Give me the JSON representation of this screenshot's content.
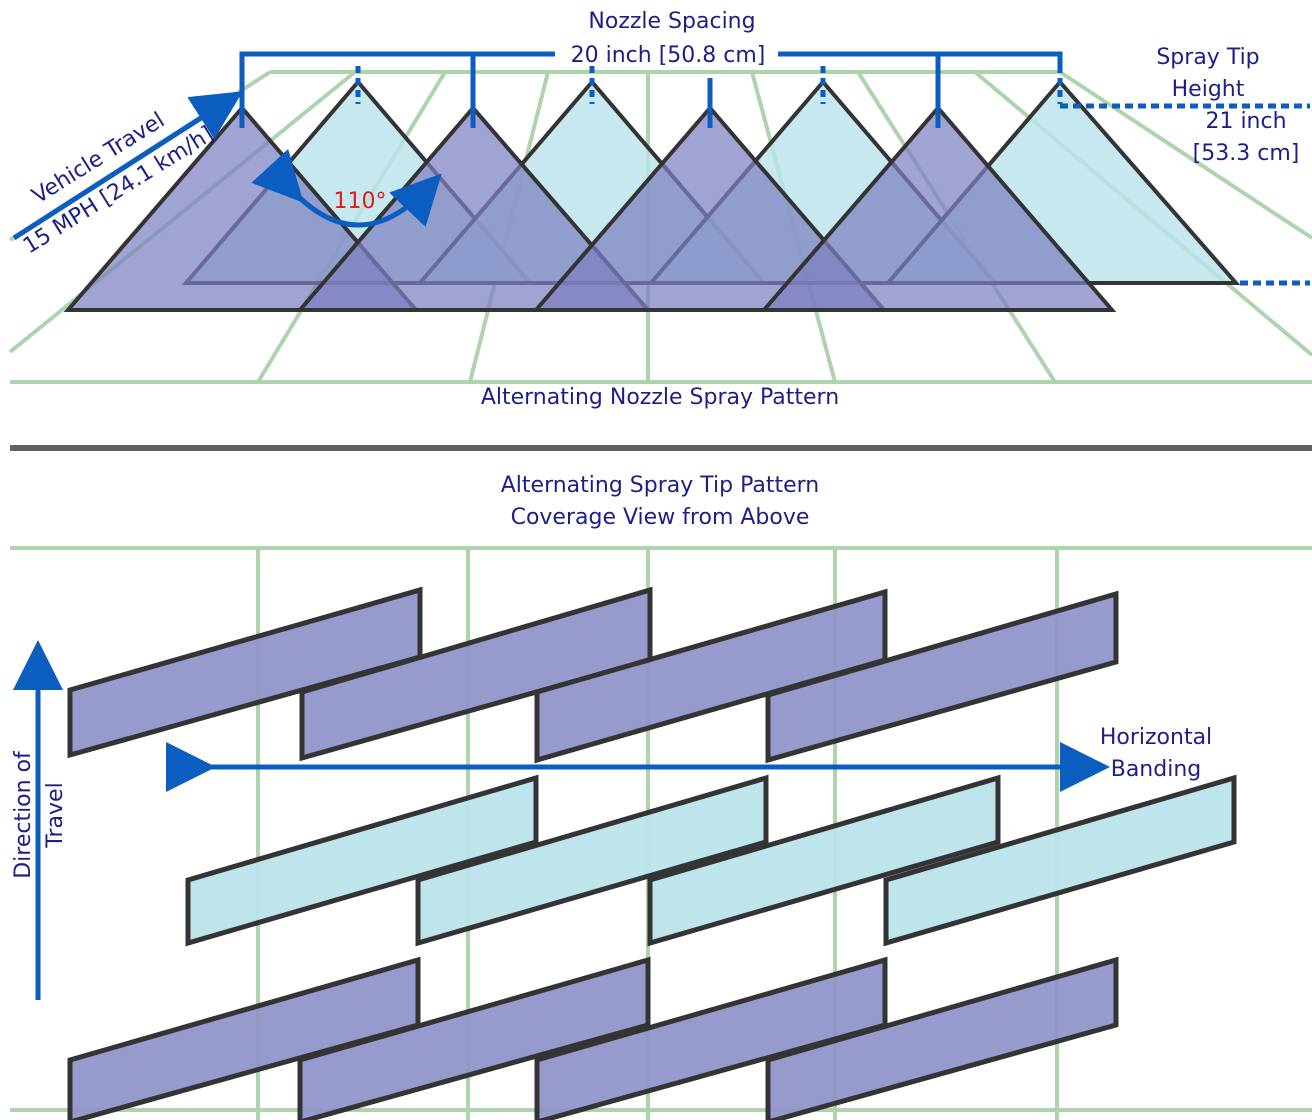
{
  "colors": {
    "grid": "#aed4ad",
    "label_text": "#1d1f86",
    "dimension_line": "#0b5dbf",
    "angle_text": "#e21b1b",
    "outline": "#343434",
    "purple_fill": "#9597cb",
    "cyan_fill": "#b9e3ea",
    "divider": "#5f5f5f"
  },
  "top_section": {
    "nozzle_spacing": {
      "label_line1": "Nozzle Spacing",
      "label_line2": "20 inch [50.8 cm]"
    },
    "spray_tip_height": {
      "label_line1": "Spray Tip",
      "label_line2": "Height",
      "value_line1": "21 inch",
      "value_line2": "[53.3 cm]"
    },
    "vehicle_travel": {
      "label_line1": "Vehicle Travel",
      "label_line2": "15 MPH [24.1 km/h]"
    },
    "spray_angle": "110°",
    "caption": "Alternating Nozzle Spray Pattern"
  },
  "bottom_section": {
    "title_line1": "Alternating Spray Tip Pattern",
    "title_line2": "Coverage View from Above",
    "direction_of_travel": {
      "line1": "Direction of",
      "line2": "Travel"
    },
    "horizontal_banding": {
      "line1": "Horizontal",
      "line2": "Banding"
    }
  }
}
